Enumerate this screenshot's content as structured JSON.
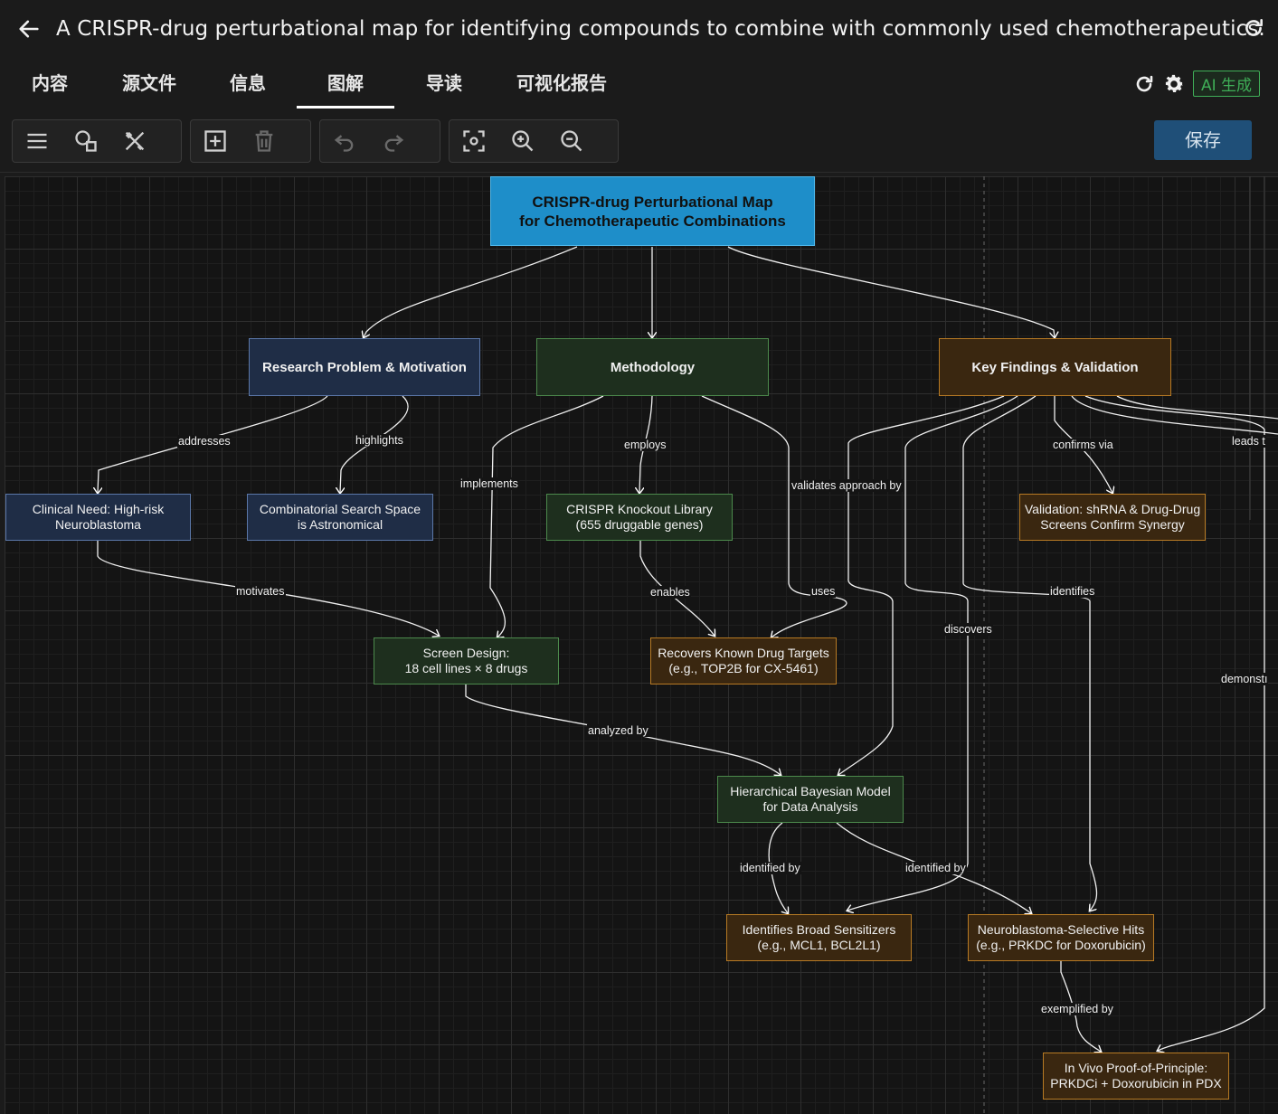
{
  "header": {
    "title": "A CRISPR-drug perturbational map for identifying compounds to combine with commonly used chemotherapeutics."
  },
  "tabs": [
    {
      "label": "内容"
    },
    {
      "label": "源文件"
    },
    {
      "label": "信息"
    },
    {
      "label": "图解",
      "active": true
    },
    {
      "label": "导读"
    },
    {
      "label": "可视化报告"
    }
  ],
  "tab_actions": {
    "ai_label": "AI 生成"
  },
  "toolbar": {
    "save_label": "保存"
  },
  "colors": {
    "root": "#1e8ec9",
    "blue_node": "#1f2d46",
    "green_node": "#1e2f1e",
    "orange_node": "#3a2710",
    "ai_accent": "#3fae57",
    "save_button": "#1f4f78"
  },
  "diagram": {
    "nodes": {
      "root": "CRISPR-drug Perturbational Map\nfor Chemotherapeutic Combinations",
      "research": "Research Problem & Motivation",
      "methodology": "Methodology",
      "findings": "Key Findings & Validation",
      "clinical": "Clinical Need: High-risk\nNeuroblastoma",
      "combinatorial": "Combinatorial Search Space\nis Astronomical",
      "crispr": "CRISPR Knockout Library\n(655 druggable genes)",
      "validation": "Validation: shRNA & Drug-Drug\nScreens Confirm Synergy",
      "screen": "Screen Design:\n18 cell lines × 8 drugs",
      "recovers": "Recovers Known Drug Targets\n(e.g., TOP2B for CX-5461)",
      "bayesian": "Hierarchical Bayesian Model\nfor Data Analysis",
      "broad": "Identifies Broad Sensitizers\n(e.g., MCL1, BCL2L1)",
      "selective": "Neuroblastoma-Selective Hits\n(e.g., PRKDC for Doxorubicin)",
      "invivo": "In Vivo Proof-of-Principle:\nPRKDCi + Doxorubicin in PDX"
    },
    "edge_labels": {
      "addresses": "addresses",
      "highlights": "highlights",
      "implements": "implements",
      "employs": "employs",
      "validates": "validates approach by",
      "confirms": "confirms via",
      "leads_to": "leads t",
      "motivates": "motivates",
      "enables": "enables",
      "uses": "uses",
      "identifies": "identifies",
      "discovers": "discovers",
      "demonstrates": "demonstı",
      "analyzed_by": "analyzed by",
      "identified_by_1": "identified by",
      "identified_by_2": "identified by",
      "exemplified_by": "exemplified by"
    }
  }
}
